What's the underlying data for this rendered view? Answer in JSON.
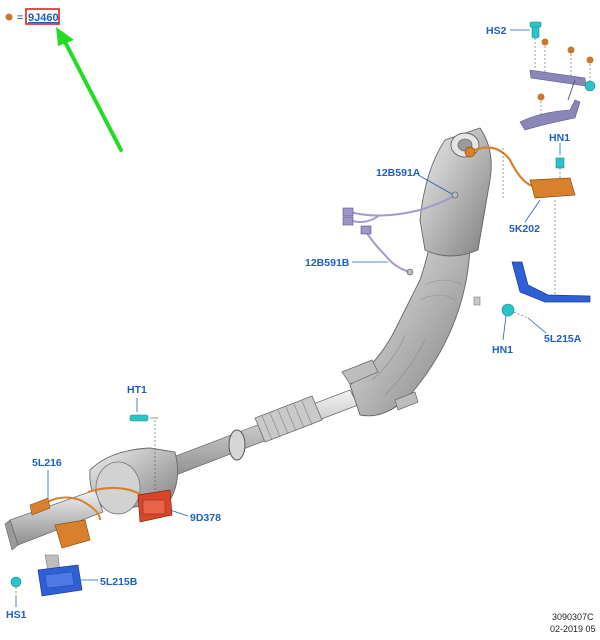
{
  "colors": {
    "callout_text": "#1f5fbf",
    "callout_dot": "#c87a2a",
    "highlight_box": "#e02020",
    "pointer_arrow": "#22dd22",
    "fastener_cyan": "#29c4c8",
    "bracket_blue": "#2f5fd6",
    "sensor_orange": "#d9802c",
    "module_red": "#d8452b",
    "bracket_grey": "#8a86b8",
    "pipe_grey": "#b8b8b8"
  },
  "legend": {
    "dot_icon": "orange-dot",
    "equals": "=",
    "part_code": "9J460"
  },
  "callouts": {
    "hs2": "HS2",
    "hn1_top": "HN1",
    "c_12b591a": "12B591A",
    "c_5k202": "5K202",
    "c_12b591b": "12B591B",
    "hn1_bottom": "HN1",
    "c_5l215a": "5L215A",
    "ht1": "HT1",
    "c_5l216": "5L216",
    "c_9d378": "9D378",
    "c_5l215b": "5L215B",
    "hs1": "HS1"
  },
  "footer": {
    "line1": "3090307C",
    "line2": "02-2019 05"
  }
}
